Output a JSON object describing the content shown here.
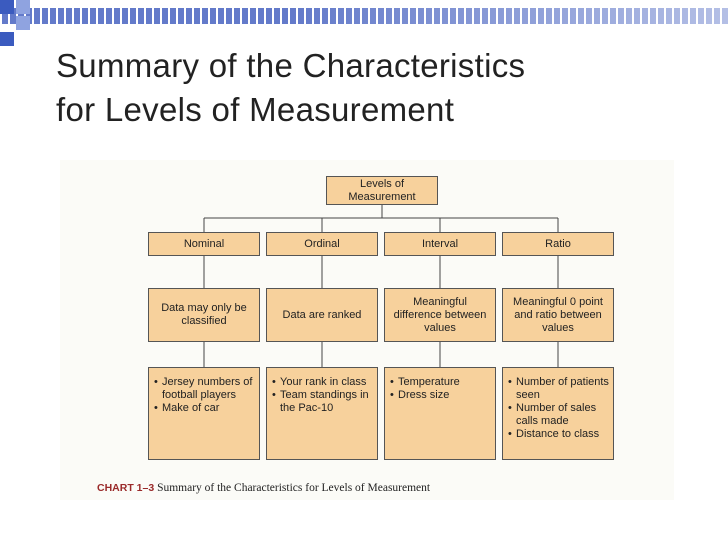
{
  "slide": {
    "title_line1": "Summary of the Characteristics",
    "title_line2": "for Levels of Measurement"
  },
  "diagram": {
    "root": "Levels of Measurement",
    "levels": [
      {
        "name": "Nominal",
        "description": "Data may only be classified",
        "examples": [
          "Jersey numbers of football players",
          "Make of car"
        ]
      },
      {
        "name": "Ordinal",
        "description": "Data are ranked",
        "examples": [
          "Your rank in class",
          "Team standings in the Pac-10"
        ]
      },
      {
        "name": "Interval",
        "description": "Meaningful difference between values",
        "examples": [
          "Temperature",
          "Dress size"
        ]
      },
      {
        "name": "Ratio",
        "description": "Meaningful 0 point and ratio between values",
        "examples": [
          "Number of patients seen",
          "Number of sales calls made",
          "Distance to class"
        ]
      }
    ]
  },
  "caption": {
    "label": "CHART 1–3",
    "text": "Summary of the Characteristics for Levels of Measurement"
  },
  "colors": {
    "box_fill": "#f7d19c",
    "accent_blue": "#3b5bbf"
  }
}
